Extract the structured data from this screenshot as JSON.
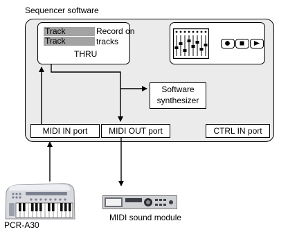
{
  "software_label": "Sequencer software",
  "tracks": [
    {
      "name": "Track",
      "label": "Record on"
    },
    {
      "name": "Track",
      "label": "tracks"
    }
  ],
  "thru_label": "THRU",
  "synth": {
    "line1": "Software",
    "line2": "synthesizer"
  },
  "ports": {
    "midi_in": "MIDI IN port",
    "midi_out": "MIDI OUT port",
    "ctrl_in": "CTRL IN port"
  },
  "devices": {
    "keyboard": "PCR-A30",
    "sound_module": "MIDI sound module"
  },
  "icons": [
    "mixer-icon",
    "record-icon",
    "stop-icon",
    "play-icon",
    "keyboard-icon",
    "sound-module-icon"
  ]
}
